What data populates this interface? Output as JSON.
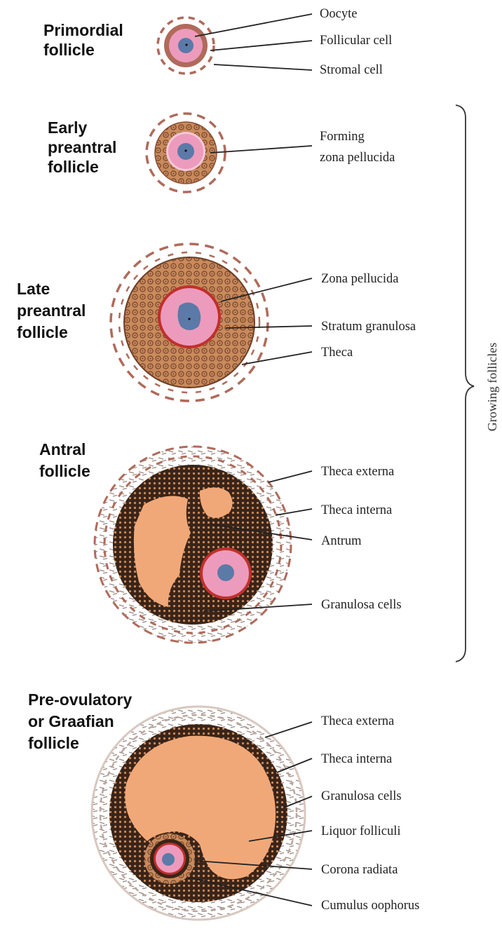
{
  "stages": [
    {
      "id": "primordial",
      "title_lines": [
        "Primordial",
        "follicle"
      ],
      "labels": [
        "Oocyte",
        "Follicular cell",
        "Stromal cell"
      ]
    },
    {
      "id": "early-preantral",
      "title_lines": [
        "Early",
        "preantral",
        "follicle"
      ],
      "labels": [
        "Forming",
        "zona pellucida"
      ]
    },
    {
      "id": "late-preantral",
      "title_lines": [
        "Late",
        "preantral",
        "follicle"
      ],
      "labels": [
        "Zona pellucida",
        "Stratum granulosa",
        "Theca"
      ]
    },
    {
      "id": "antral",
      "title_lines": [
        "Antral",
        "follicle"
      ],
      "labels": [
        "Theca externa",
        "Theca interna",
        "Antrum",
        "Granulosa cells"
      ]
    },
    {
      "id": "graafian",
      "title_lines": [
        "Pre-ovulatory",
        "or Graafian",
        "follicle"
      ],
      "labels": [
        "Theca externa",
        "Theca interna",
        "Granulosa cells",
        "Liquor folliculi",
        "Corona radiata",
        "Cumulus oophorus"
      ]
    }
  ],
  "bracket_label": "Growing follicles",
  "colors": {
    "nucleus": "#5b7aa8",
    "ooplasm": "#ec9bbd",
    "zona": "#c0302b",
    "granulosa": "#c98a5c",
    "antrum": "#f1a878",
    "dark_granulosa": "#3a2418",
    "stroma": "#b06a5a",
    "theca_light": "#d8c8c0"
  }
}
